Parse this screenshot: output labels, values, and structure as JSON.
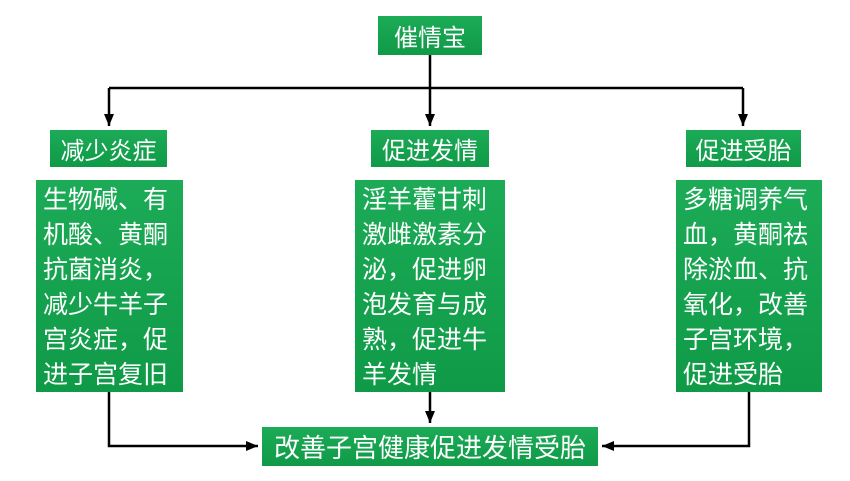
{
  "colors": {
    "green_top": "#1CAB57",
    "green_bottom": "#0F9A47",
    "text": "#FFFFFF",
    "arrow": "#000000",
    "background": "#FFFFFF"
  },
  "diagram": {
    "root": {
      "label": "催情宝"
    },
    "branches": [
      {
        "title": "减少炎症",
        "detail": "生物碱、有\n机酸、黄酮\n抗菌消炎，\n减少牛羊子\n宫炎症，促\n进子宫复旧"
      },
      {
        "title": "促进发情",
        "detail": "淫羊藿甘刺\n激雌激素分\n泌，促进卵\n泡发育与成\n熟，促进牛\n羊发情"
      },
      {
        "title": "促进受胎",
        "detail": "多糖调养气\n血，黄酮祛\n除淤血、抗\n氧化，改善\n子宫环境，\n促进受胎"
      }
    ],
    "result": {
      "label": "改善子宫健康促进发情受胎"
    }
  }
}
